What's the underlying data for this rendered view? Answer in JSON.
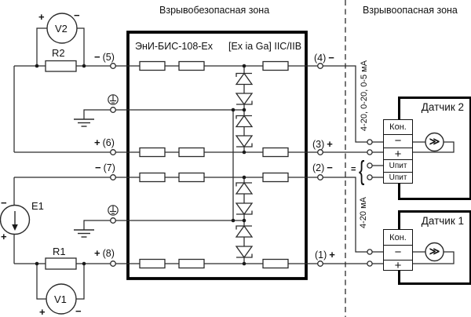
{
  "zones": {
    "safe": "Взрывобезопасная зона",
    "hazard": "Взрывоопасная зона"
  },
  "barrier": {
    "model": "ЭнИ-БИС-108-Ex",
    "marking": "[Ex ia Ga] IIC/IIB",
    "left_terminals": [
      {
        "sign": "−",
        "num": "(5)"
      },
      {
        "sign": "+",
        "num": "(6)"
      },
      {
        "sign": "−",
        "num": "(7)"
      },
      {
        "sign": "+",
        "num": "(8)"
      }
    ],
    "right_terminals": [
      {
        "num": "(4)",
        "sign": "−"
      },
      {
        "num": "(3)",
        "sign": "+"
      },
      {
        "num": "(2)",
        "sign": "−"
      },
      {
        "num": "(1)",
        "sign": "+"
      }
    ]
  },
  "instruments": {
    "v2": "V2",
    "r2": "R2",
    "e1": "E1",
    "r1": "R1",
    "v1": "V1",
    "plus": "+",
    "minus": "−"
  },
  "signals": {
    "channel_top": "4-20, 0-20, 0-5 мА",
    "channel_bottom": "4-20 мА",
    "dc_symbol": "=",
    "brace": "{"
  },
  "sensors": [
    {
      "title": "Датчик 2",
      "rows": [
        "Кон.",
        "−",
        "+",
        "Uпит",
        "Uпит"
      ],
      "transmitter_glyph": "≫"
    },
    {
      "title": "Датчик 1",
      "rows": [
        "Кон.",
        "−",
        "+"
      ],
      "transmitter_glyph": "≫"
    }
  ],
  "colors": {
    "line": "#2b2b2b",
    "thick": "#000000",
    "background": "#ffffff"
  }
}
